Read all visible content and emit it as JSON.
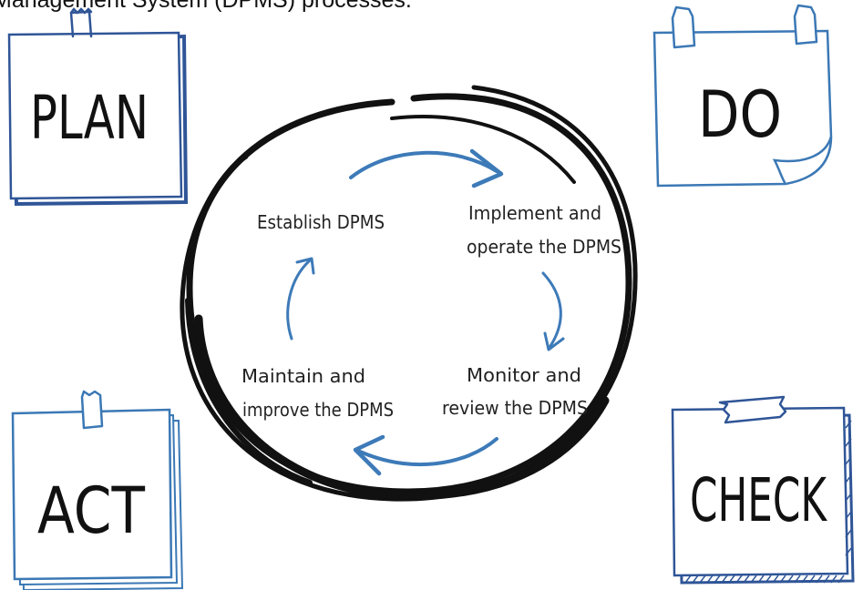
{
  "caption": {
    "text": "Management System (DPMS) processes."
  },
  "notes": {
    "plan": "PLAN",
    "do": "DO",
    "check": "CHECK",
    "act": "ACT"
  },
  "steps": {
    "establish": "Establish DPMS",
    "implement_line1": "Implement and",
    "implement_line2": "operate the DPMS",
    "monitor_line1": "Monitor and",
    "monitor_line2": "review the DPMS",
    "maintain_line1": "Maintain and",
    "maintain_line2": "improve the DPMS"
  },
  "colors": {
    "ink": "#111111",
    "note_blue": "#2f5597",
    "note_light_blue": "#3b78b5",
    "arrow_blue": "#3d7ab8"
  }
}
